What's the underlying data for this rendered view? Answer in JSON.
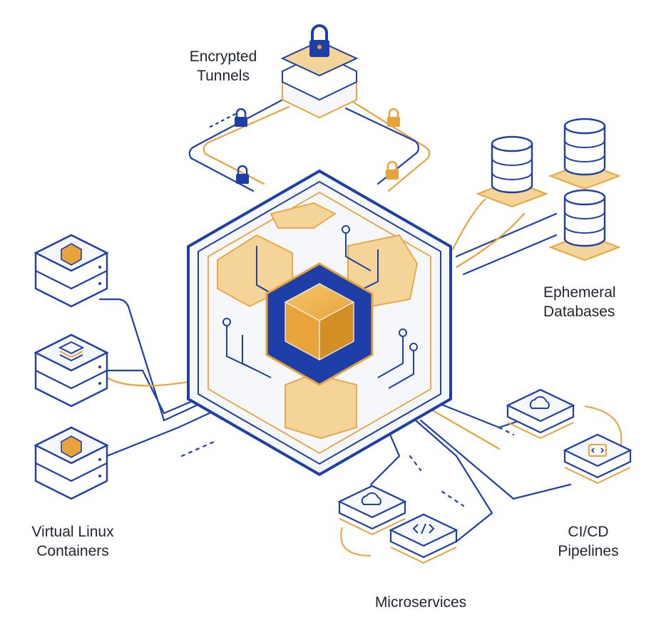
{
  "colors": {
    "primary_blue": "#1f3fa8",
    "accent_orange": "#e8a33a",
    "light_orange": "#f5d49a",
    "pale_fill": "#f6f7fb",
    "text": "#1f2430"
  },
  "labels": {
    "encrypted_tunnels": [
      "Encrypted",
      "Tunnels"
    ],
    "ephemeral_databases": [
      "Ephemeral",
      "Databases"
    ],
    "virtual_linux_containers": [
      "Virtual Linux",
      "Containers"
    ],
    "ci_cd_pipelines": [
      "CI/CD",
      "Pipelines"
    ],
    "microservices": "Microservices"
  },
  "icons": {
    "hub": "cube-icon",
    "tunnels": "padlock-icon",
    "databases": "database-cylinder-icon",
    "containers": [
      "cube-icon",
      "layers-icon",
      "cube-icon"
    ],
    "cloud": "cloud-icon",
    "code": "code-icon"
  }
}
